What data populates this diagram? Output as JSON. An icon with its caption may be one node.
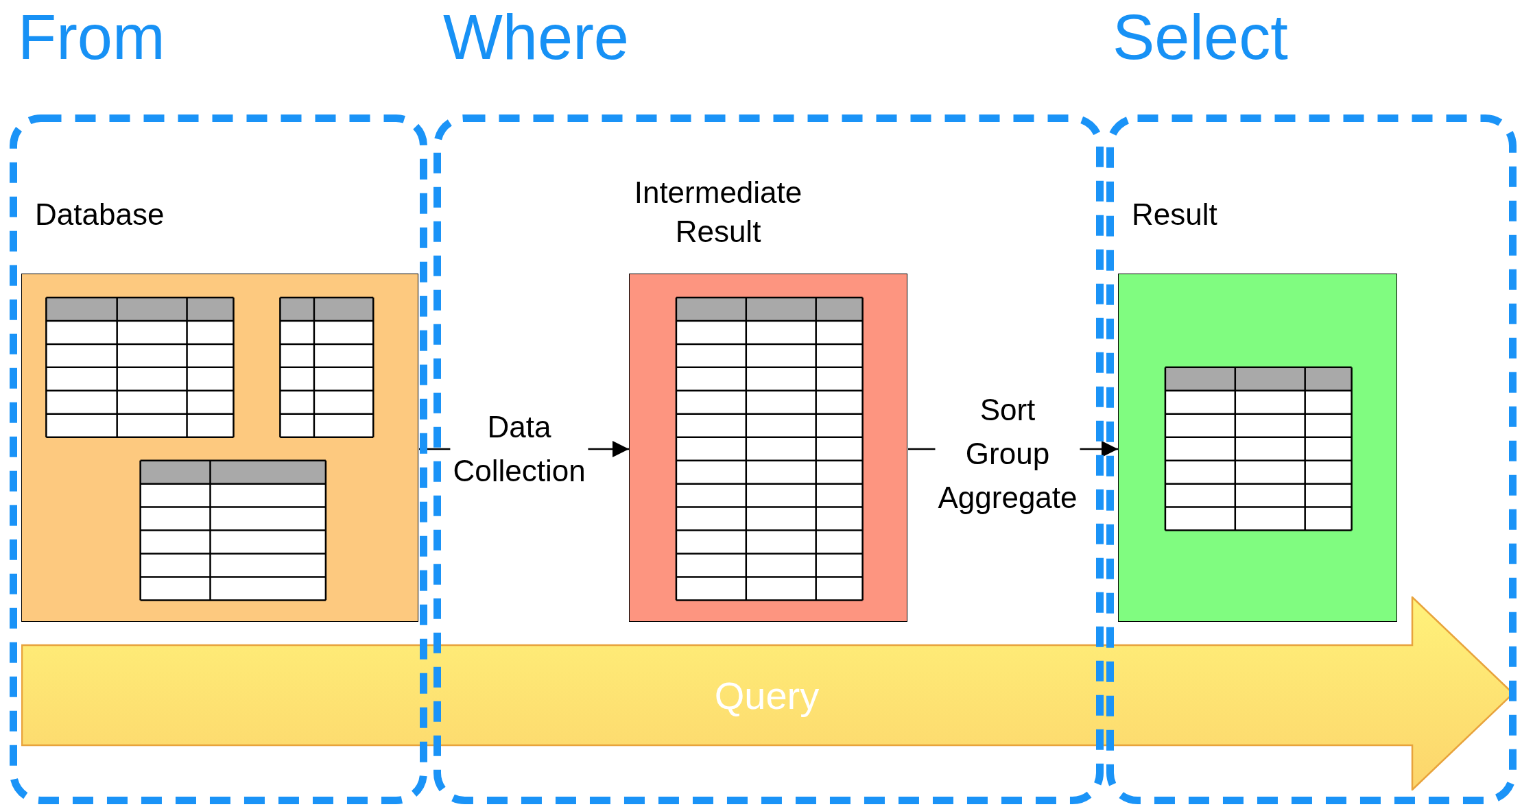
{
  "diagram": {
    "nodes": [
      {
        "text": [
          "From"
        ]
      },
      {
        "text": [
          "Database"
        ],
        "in": 0
      },
      {
        "text": [
          "Where"
        ]
      },
      {
        "text": [
          "Intermediate Result"
        ],
        "in": 2
      },
      {
        "text": [
          "Select"
        ]
      },
      {
        "text": [
          "Result"
        ],
        "in": 4
      },
      {
        "text": [
          "Query"
        ]
      }
    ],
    "edges": [
      {
        "from": 1,
        "to": 3,
        "arrow": "to",
        "label": "Data Collection"
      },
      {
        "from": 3,
        "to": 5,
        "arrow": "to",
        "label": "Sort Group Aggregate"
      }
    ]
  }
}
